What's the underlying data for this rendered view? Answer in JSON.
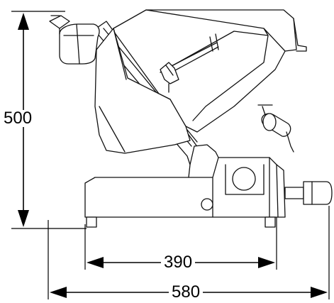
{
  "dimensions": {
    "height": "500",
    "depth": "390",
    "width": "580"
  }
}
